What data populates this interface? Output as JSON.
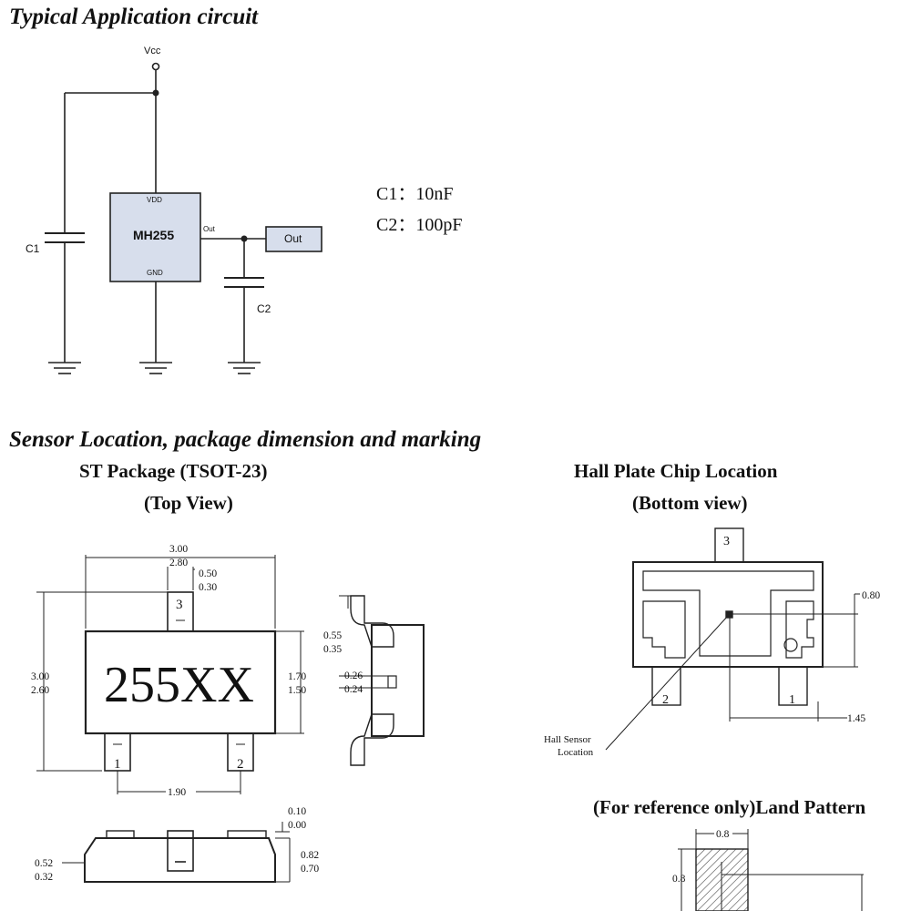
{
  "headings": {
    "typical_application": "Typical Application circuit",
    "sensor_location": "Sensor Location, package dimension and marking"
  },
  "circuit": {
    "vcc_label": "Vcc",
    "chip_name": "MH255",
    "pin_vdd": "VDD",
    "pin_out": "Out",
    "pin_gnd": "GND",
    "c1_label": "C1",
    "c2_label": "C2",
    "out_box_label": "Out",
    "component_values": [
      "C1：10nF",
      "C2：100pF"
    ]
  },
  "st_package": {
    "title": "ST Package (TSOT-23)",
    "subtitle": "(Top View)",
    "marking": "255XX",
    "pins": [
      "1",
      "2",
      "3"
    ],
    "dims": {
      "width_max": "3.00",
      "width_min": "2.80",
      "lead_w_max": "0.50",
      "lead_w_min": "0.30",
      "height_max": "3.00",
      "height_min": "2.60",
      "body_h_max": "1.70",
      "body_h_min": "1.50",
      "pitch": "1.90",
      "lead_len_max": "0.55",
      "lead_len_min": "0.35",
      "lead_thk_max": "0.26",
      "lead_thk_min": "0.24",
      "standoff_max": "0.10",
      "standoff_min": "0.00",
      "thk_max": "0.82",
      "thk_min": "0.70",
      "foot_max": "0.52",
      "foot_min": "0.32"
    }
  },
  "hall_plate": {
    "title": "Hall Plate Chip Location",
    "subtitle": "(Bottom view)",
    "pins": [
      "3",
      "2",
      "1"
    ],
    "dim_vertical": "0.80",
    "dim_horizontal": "1.45",
    "sensor_label_line1": "Hall Sensor",
    "sensor_label_line2": "Location"
  },
  "land_pattern": {
    "title": "(For reference only)Land Pattern",
    "dim_w": "0.8",
    "dim_h": "0.8"
  }
}
